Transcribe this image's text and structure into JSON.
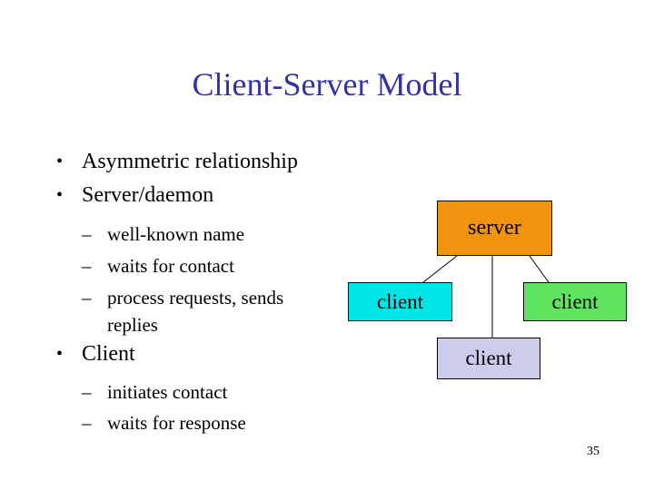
{
  "slide": {
    "title": "Client-Server Model",
    "page_number": "35",
    "bullets": [
      {
        "level": 1,
        "marker": "•",
        "text": "Asymmetric relationship"
      },
      {
        "level": 1,
        "marker": "•",
        "text": "Server/daemon"
      },
      {
        "level": 2,
        "marker": "–",
        "text": "well-known name"
      },
      {
        "level": 2,
        "marker": "–",
        "text": "waits for contact"
      },
      {
        "level": 2,
        "marker": "–",
        "text": "process requests, sends replies"
      },
      {
        "level": 1,
        "marker": "•",
        "text": "Client"
      },
      {
        "level": 2,
        "marker": "–",
        "text": "initiates contact"
      },
      {
        "level": 2,
        "marker": "–",
        "text": "waits for response"
      }
    ],
    "diagram": {
      "nodes": [
        {
          "id": "server",
          "label": "server",
          "color": "#f2930d"
        },
        {
          "id": "client-left",
          "label": "client",
          "color": "#00e5e5"
        },
        {
          "id": "client-right",
          "label": "client",
          "color": "#5fe45f"
        },
        {
          "id": "client-bottom",
          "label": "client",
          "color": "#ccccec"
        }
      ],
      "edges": [
        {
          "from": "server",
          "to": "client-left"
        },
        {
          "from": "server",
          "to": "client-bottom"
        },
        {
          "from": "server",
          "to": "client-right"
        }
      ],
      "edge_color": "#000000"
    },
    "colors": {
      "title": "#3333a3",
      "body_text": "#000000",
      "background": "#ffffff"
    }
  }
}
